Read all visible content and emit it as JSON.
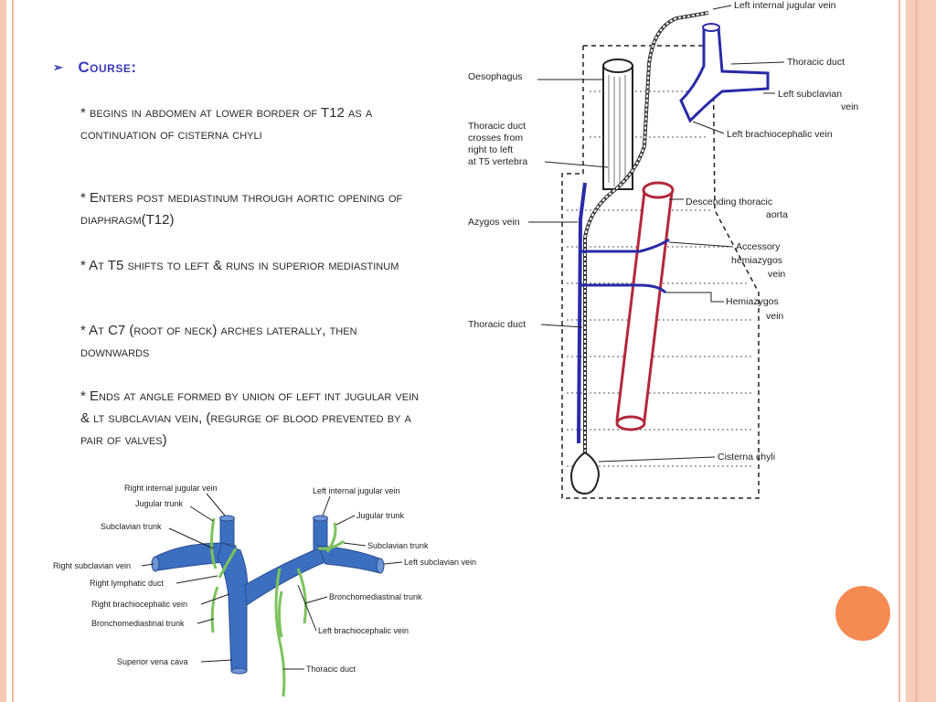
{
  "slide": {
    "heading": "Course:",
    "paragraphs": [
      "* begins in abdomen at lower border of T12 as a continuation of   cisterna chyli",
      "* Enters post mediastinum through aortic opening of diaphragm(T12)",
      "* At T5 shifts to left & runs in superior mediastinum",
      "* At C7 (root of neck) arches laterally, then downwards",
      "* Ends at angle formed by union of left int jugular vein & lt subclavian vein, (regurge of blood prevented by a pair of valves)"
    ]
  },
  "diagram_top": {
    "labels": {
      "left_internal_jugular": "Left internal jugular vein",
      "thoracic_duct_top": "Thoracic duct",
      "left_subclavian_1": "Left subclavian",
      "left_subclavian_2": "vein",
      "left_brachiocephalic": "Left brachiocephalic vein",
      "oesophagus": "Oesophagus",
      "crosses_1": "Thoracic duct",
      "crosses_2": "crosses from",
      "crosses_3": "right to left",
      "crosses_4": "at T5 vertebra",
      "descending_1": "Descending thoracic",
      "descending_2": "aorta",
      "azygos": "Azygos vein",
      "accessory_1": "Accessory",
      "accessory_2": "hemiazygos",
      "accessory_3": "vein",
      "hemiazygos_1": "Hemiazygos",
      "hemiazygos_2": "vein",
      "thoracic_duct_mid": "Thoracic duct",
      "cisterna": "Cisterna chyli"
    }
  },
  "diagram_bottom": {
    "labels": {
      "right_ij": "Right internal jugular vein",
      "jugular_trunk_r": "Jugular trunk",
      "subclavian_trunk_r": "Subclavian trunk",
      "right_subclavian": "Right subclavian vein",
      "right_lymphatic": "Right lymphatic duct",
      "right_brachio": "Right brachiocephalic vein",
      "broncho_r": "Bronchomediastinal trunk",
      "svc": "Superior vena cava",
      "left_ij": "Left internal jugular vein",
      "jugular_trunk_l": "Jugular trunk",
      "subclavian_trunk_l": "Subclavian trunk",
      "left_subclavian": "Left subclavian vein",
      "broncho_l": "Bronchomediastinal trunk",
      "left_brachio": "Left brachiocephalic vein",
      "thoracic_duct": "Thoracic duct"
    }
  },
  "colors": {
    "heading": "#3a38b5",
    "vein_blue": "#3d6fc0",
    "duct_green": "#7cc35c",
    "aorta_red": "#b3283c",
    "azygos_navy": "#2a2aa8",
    "accent_orange": "#f58b52"
  }
}
